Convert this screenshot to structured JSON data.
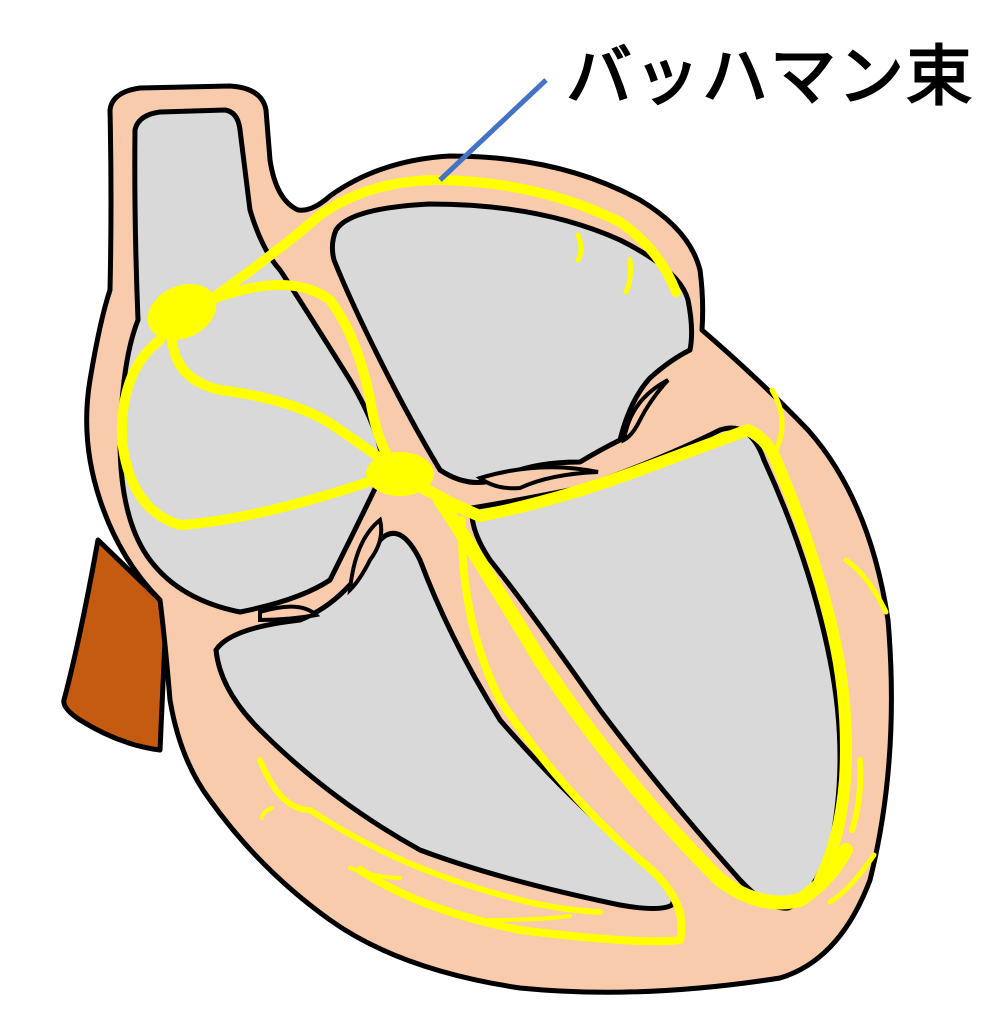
{
  "diagram": {
    "title": "Cardiac conduction system (Bachmann's bundle)",
    "label": {
      "text": "バッハマン束",
      "target": "bachmann-bundle",
      "leader_color": "#4472C4"
    },
    "colors": {
      "myocardium": "#F8CBAD",
      "chamber": "#D9D9D9",
      "conduction": "#FFFF00",
      "vessel": "#C55A11",
      "outline": "#000000",
      "background": "#FFFFFF"
    },
    "structures": [
      "right-atrium",
      "left-atrium",
      "right-ventricle",
      "left-ventricle",
      "superior-vena-cava",
      "inferior-vena-cava",
      "sinoatrial-node",
      "atrioventricular-node",
      "bachmann-bundle",
      "bundle-of-his",
      "bundle-branches",
      "purkinje-fibers"
    ]
  }
}
